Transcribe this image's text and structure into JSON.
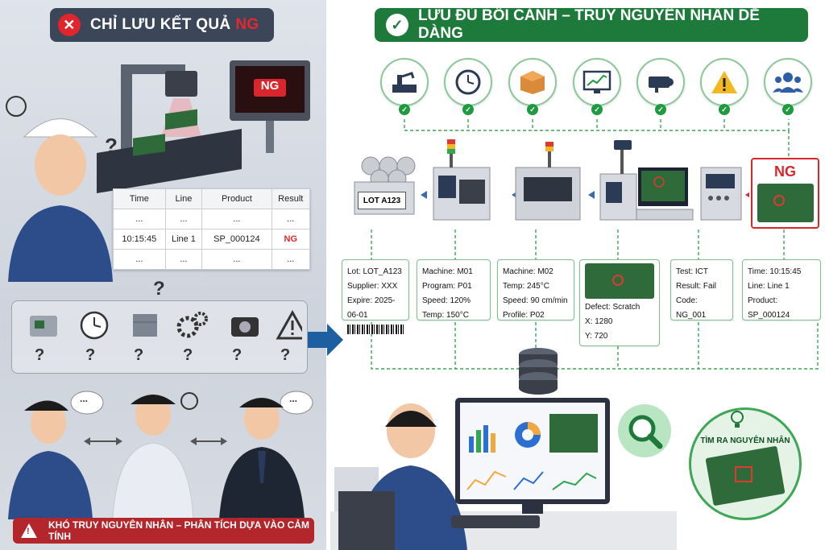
{
  "left": {
    "header_text": "CHỈ LƯU KẾT QUẢ",
    "header_ng": "NG",
    "monitor_label": "NG",
    "table": {
      "headers": [
        "Time",
        "Line",
        "Product",
        "Result"
      ],
      "rows": [
        [
          "...",
          "...",
          "...",
          "..."
        ],
        [
          "10:15:45",
          "Line 1",
          "SP_000124",
          "NG"
        ],
        [
          "...",
          "...",
          "...",
          "..."
        ]
      ]
    },
    "question_mark": "?",
    "unknowns": [
      "?",
      "?",
      "?",
      "?",
      "?",
      "?"
    ],
    "speech_dots": "...",
    "warning_text": "KHÓ TRUY NGUYÊN NHÂN – PHÂN TÍCH DỰA VÀO CẢM TÍNH"
  },
  "right": {
    "header_text": "LƯU ĐỦ BỐI CẢNH – TRUY NGUYÊN NHÂN DỄ DÀNG",
    "check": "✓",
    "lot_box_label": "LOT A123",
    "ng_label": "NG",
    "cards": {
      "lot": [
        "Lot: LOT_A123",
        "Supplier: XXX",
        "Expire: 2025-06-01"
      ],
      "m01": [
        "Machine: M01",
        "Program: P01",
        "Speed: 120%",
        "Temp: 150°C"
      ],
      "m02": [
        "Machine: M02",
        "Temp: 245°C",
        "Speed: 90 cm/min",
        "Profile: P02"
      ],
      "defect": [
        "Defect: Scratch",
        "X: 1280",
        "Y: 720"
      ],
      "test": [
        "Test: ICT",
        "Result: Fail",
        "Code: NG_001"
      ],
      "time": [
        "Time: 10:15:45",
        "Line: Line 1",
        "Product: SP_000124"
      ]
    },
    "found_text": "TÌM RA NGUYÊN NHÂN"
  },
  "colors": {
    "ng_red": "#e8262d",
    "green_header": "#1e7a3a",
    "left_header": "#3b4658",
    "warning": "#b3262b"
  },
  "icons": [
    "factory-icon",
    "clock-icon",
    "box-icon",
    "monitor-chart-icon",
    "camera-icon",
    "warning-icon",
    "people-icon"
  ]
}
